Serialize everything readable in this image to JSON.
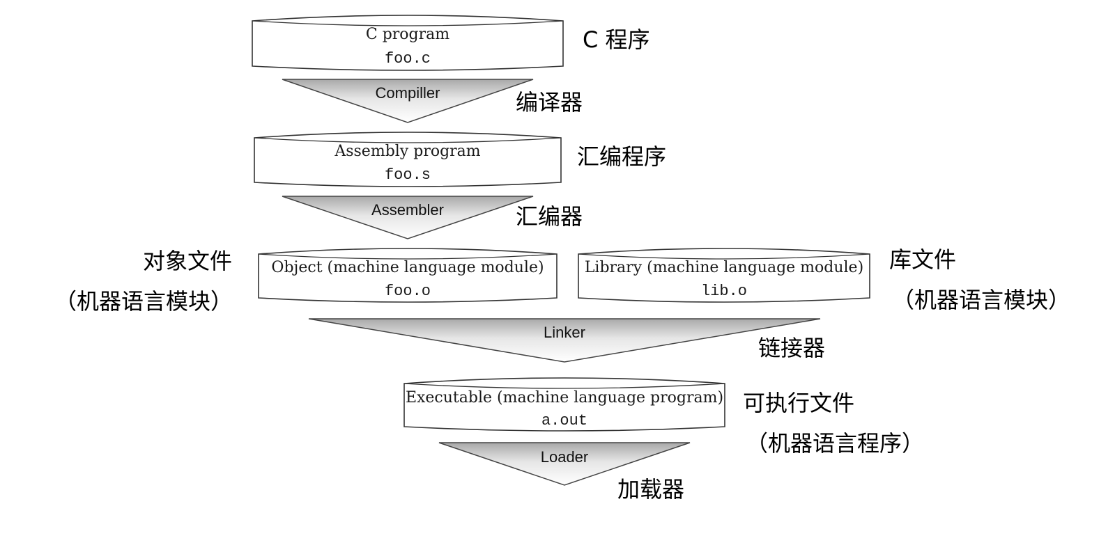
{
  "stages": {
    "c_program": {
      "title": "C program",
      "file": "foo.c",
      "cn": "C 程序"
    },
    "compiler": {
      "label": "Compiller",
      "cn": "编译器"
    },
    "assembly_program": {
      "title": "Assembly program",
      "file": "foo.s",
      "cn": "汇编程序"
    },
    "assembler": {
      "label": "Assembler",
      "cn": "汇编器"
    },
    "object": {
      "title": "Object (machine language module)",
      "file": "foo.o",
      "cn_line1": "对象文件",
      "cn_line2": "（机器语言模块）"
    },
    "library": {
      "title": "Library (machine language module)",
      "file": "lib.o",
      "cn_line1": "库文件",
      "cn_line2": "（机器语言模块）"
    },
    "linker": {
      "label": "Linker",
      "cn": "链接器"
    },
    "executable": {
      "title": "Executable (machine language program)",
      "file": "a.out",
      "cn_line1": "可执行文件",
      "cn_line2": "（机器语言程序）"
    },
    "loader": {
      "label": "Loader",
      "cn": "加载器"
    }
  }
}
